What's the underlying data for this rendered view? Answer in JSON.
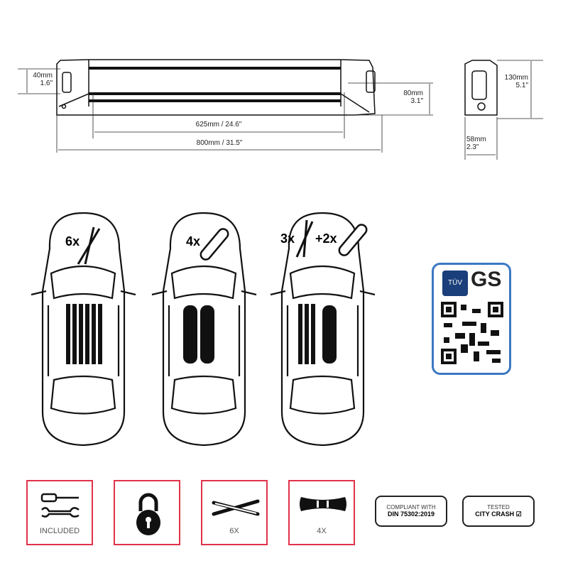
{
  "dimensions": {
    "height_side": "40mm",
    "height_side_in": "1.6\"",
    "depth": "80mm",
    "depth_in": "3.1\"",
    "inner_length": "625mm / 24.6\"",
    "outer_length": "800mm / 31.5\"",
    "end_height": "130mm",
    "end_height_in": "5.1\"",
    "end_width": "58mm",
    "end_width_in": "2.3\""
  },
  "cars": [
    {
      "label": "6x"
    },
    {
      "label": "4x"
    },
    {
      "label_a": "3x",
      "label_b": "+2x"
    }
  ],
  "certification": {
    "tuv": "TÜV",
    "gs": "GS"
  },
  "features": [
    {
      "label": "INCLUDED",
      "icon": "tools-icon"
    },
    {
      "label": "",
      "icon": "lock-icon"
    },
    {
      "label": "6X",
      "icon": "skis-icon"
    },
    {
      "label": "4X",
      "icon": "snowboard-icon"
    }
  ],
  "badges": {
    "compliant_top": "COMPLIANT WITH",
    "compliant_bottom": "DIN 75302:2019",
    "tested_top": "TESTED",
    "tested_bottom": "CITY CRASH",
    "accent": "#e0324a"
  }
}
